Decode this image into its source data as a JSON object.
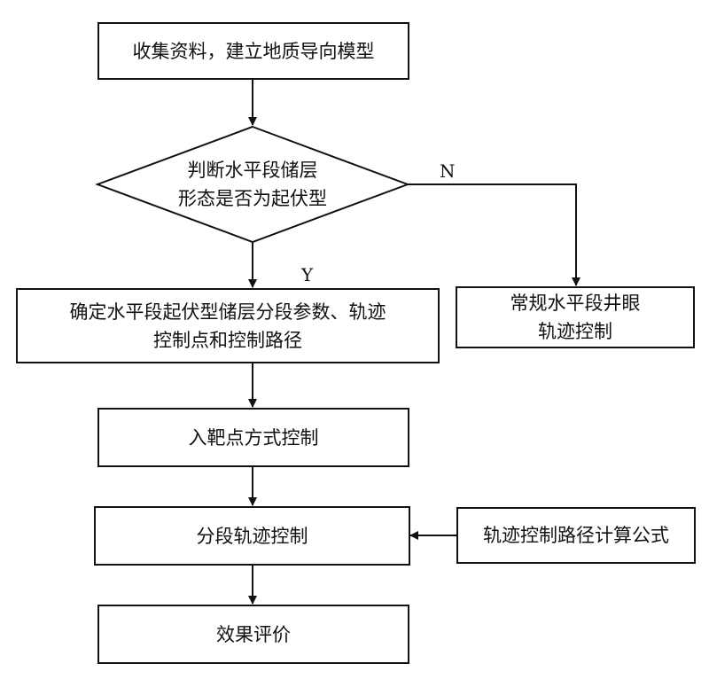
{
  "diagram": {
    "step1": "收集资料，建立地质导向模型",
    "decision": "判断水平段储层\n形态是否为起伏型",
    "step_yes": "确定水平段起伏型储层分段参数、轨迹\n控制点和控制路径",
    "step_no": "常规水平段井眼\n轨迹控制",
    "step3": "入靶点方式控制",
    "step4": "分段轨迹控制",
    "side_input": "轨迹控制路径计算公式",
    "step5": "效果评价",
    "label_yes": "Y",
    "label_no": "N"
  }
}
